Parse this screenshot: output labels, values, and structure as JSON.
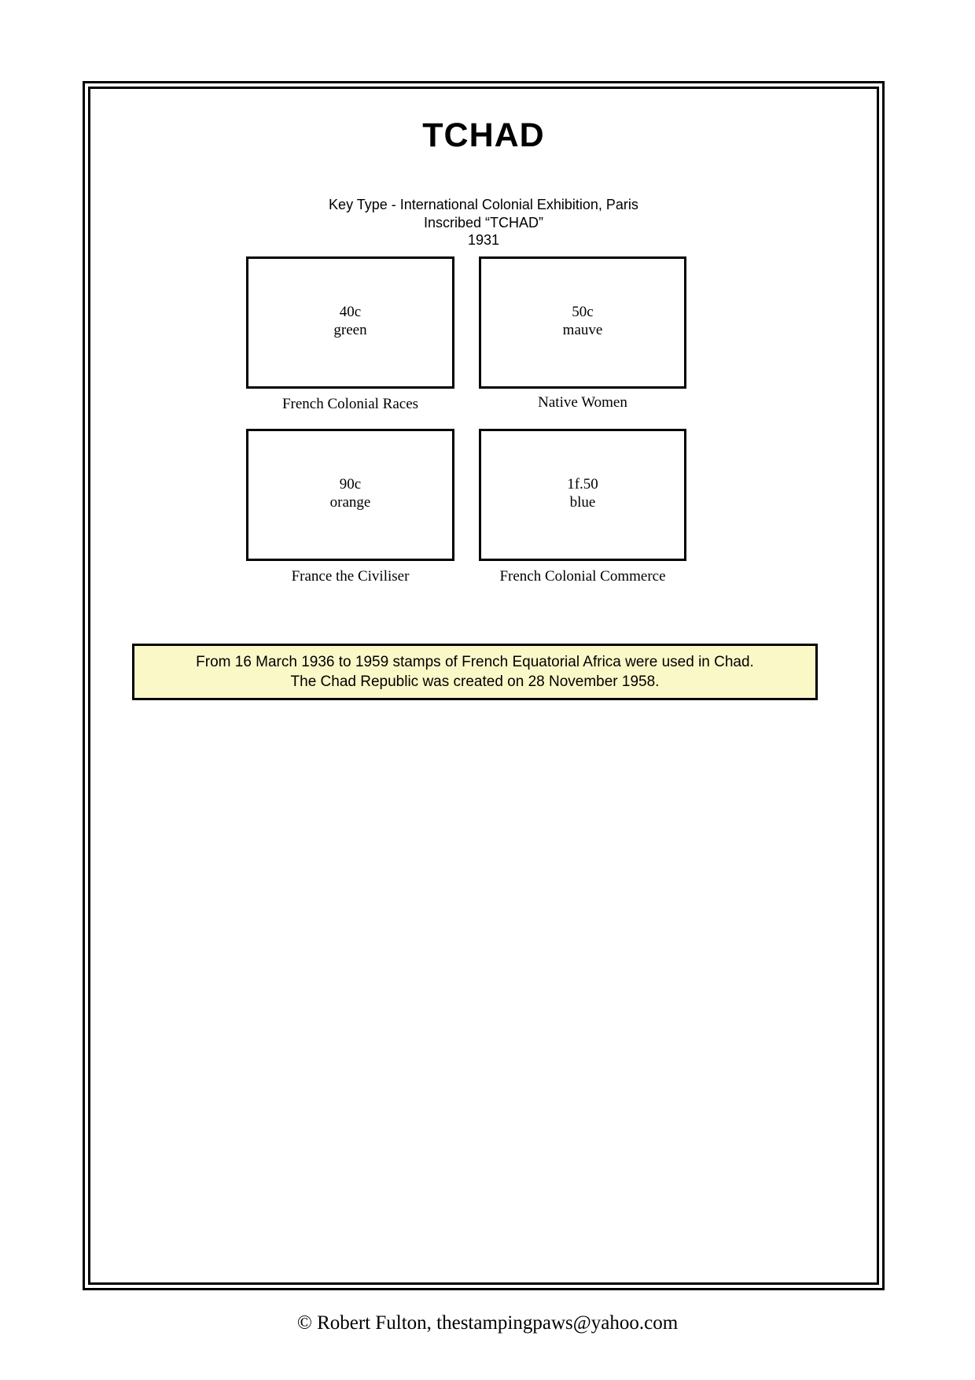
{
  "page": {
    "country_title": "TCHAD",
    "frame_color": "#000000",
    "background_color": "#ffffff"
  },
  "issue_header": {
    "line1": "Key Type - International Colonial Exhibition, Paris",
    "line2": "Inscribed “TCHAD”",
    "line3": "1931"
  },
  "stamps": [
    {
      "denomination": "40c",
      "color_name": "green",
      "caption": "French Colonial Races"
    },
    {
      "denomination": "50c",
      "color_name": "mauve",
      "caption": "Native Women"
    },
    {
      "denomination": "90c",
      "color_name": "orange",
      "caption": "France the Civiliser"
    },
    {
      "denomination": "1f.50",
      "color_name": "blue",
      "caption": "French Colonial Commerce"
    }
  ],
  "usage_note": {
    "line1": "From 16 March 1936 to 1959 stamps of French Equatorial Africa were used in Chad.",
    "line2": "The Chad Republic was created on 28 November 1958.",
    "background_color": "#fbf8c8"
  },
  "footer": {
    "credit": "©  Robert Fulton, thestampingpaws@yahoo.com"
  }
}
